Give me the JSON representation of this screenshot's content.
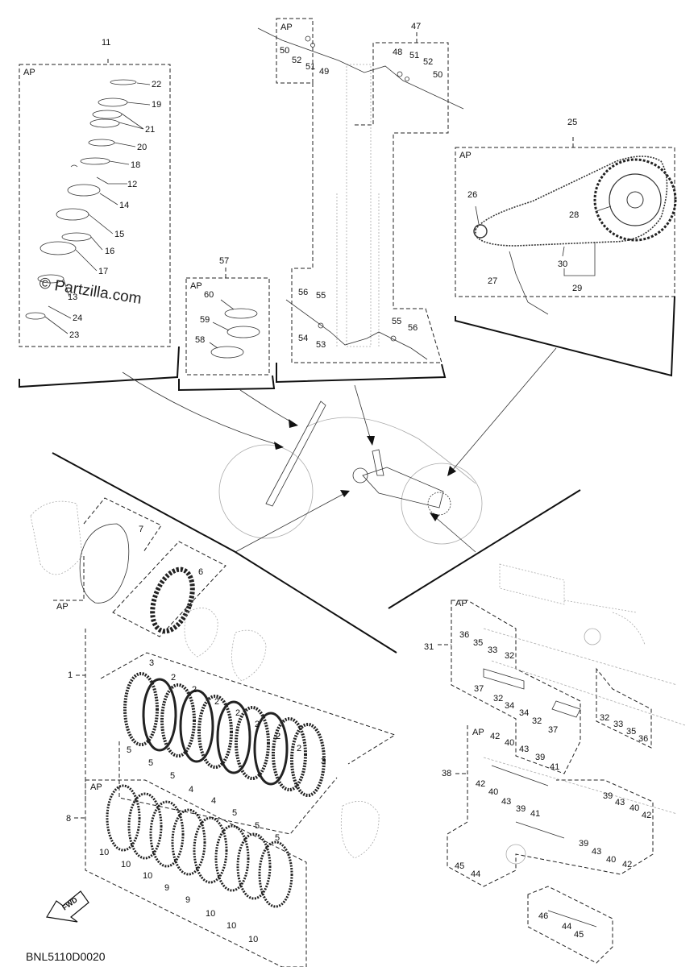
{
  "watermark": "© Partzilla.com",
  "diagram_code": "BNL5110D0020",
  "fwd_label": "FWD",
  "ap_label": "AP",
  "callouts": [
    {
      "id": "c11",
      "text": "11"
    },
    {
      "id": "c22",
      "text": "22"
    },
    {
      "id": "c19",
      "text": "19"
    },
    {
      "id": "c21",
      "text": "21"
    },
    {
      "id": "c20",
      "text": "20"
    },
    {
      "id": "c18",
      "text": "18"
    },
    {
      "id": "c12",
      "text": "12"
    },
    {
      "id": "c14",
      "text": "14"
    },
    {
      "id": "c15",
      "text": "15"
    },
    {
      "id": "c16",
      "text": "16"
    },
    {
      "id": "c17",
      "text": "17"
    },
    {
      "id": "c13",
      "text": "13"
    },
    {
      "id": "c24",
      "text": "24"
    },
    {
      "id": "c23",
      "text": "23"
    },
    {
      "id": "c57",
      "text": "57"
    },
    {
      "id": "c60",
      "text": "60"
    },
    {
      "id": "c59",
      "text": "59"
    },
    {
      "id": "c58",
      "text": "58"
    },
    {
      "id": "c47",
      "text": "47"
    },
    {
      "id": "c50a",
      "text": "50"
    },
    {
      "id": "c52a",
      "text": "52"
    },
    {
      "id": "c51a",
      "text": "51"
    },
    {
      "id": "c49",
      "text": "49"
    },
    {
      "id": "c48",
      "text": "48"
    },
    {
      "id": "c51b",
      "text": "51"
    },
    {
      "id": "c52b",
      "text": "52"
    },
    {
      "id": "c50b",
      "text": "50"
    },
    {
      "id": "c56a",
      "text": "56"
    },
    {
      "id": "c55a",
      "text": "55"
    },
    {
      "id": "c54",
      "text": "54"
    },
    {
      "id": "c53",
      "text": "53"
    },
    {
      "id": "c55b",
      "text": "55"
    },
    {
      "id": "c56b",
      "text": "56"
    },
    {
      "id": "c25",
      "text": "25"
    },
    {
      "id": "c26",
      "text": "26"
    },
    {
      "id": "c28",
      "text": "28"
    },
    {
      "id": "c30",
      "text": "30"
    },
    {
      "id": "c27",
      "text": "27"
    },
    {
      "id": "c29",
      "text": "29"
    },
    {
      "id": "c7",
      "text": "7"
    },
    {
      "id": "c6",
      "text": "6"
    },
    {
      "id": "c1",
      "text": "1"
    },
    {
      "id": "c8",
      "text": "8"
    },
    {
      "id": "c3a",
      "text": "3"
    },
    {
      "id": "c2a",
      "text": "2"
    },
    {
      "id": "c2b",
      "text": "2"
    },
    {
      "id": "c2c",
      "text": "2"
    },
    {
      "id": "c2d",
      "text": "2"
    },
    {
      "id": "c2e",
      "text": "2"
    },
    {
      "id": "c2f",
      "text": "2"
    },
    {
      "id": "c2g",
      "text": "2"
    },
    {
      "id": "c2h",
      "text": "2"
    },
    {
      "id": "c3b",
      "text": "3"
    },
    {
      "id": "c5a",
      "text": "5"
    },
    {
      "id": "c5b",
      "text": "5"
    },
    {
      "id": "c5c",
      "text": "5"
    },
    {
      "id": "c4a",
      "text": "4"
    },
    {
      "id": "c4b",
      "text": "4"
    },
    {
      "id": "c5d",
      "text": "5"
    },
    {
      "id": "c5e",
      "text": "5"
    },
    {
      "id": "c5f",
      "text": "5"
    },
    {
      "id": "c10a",
      "text": "10"
    },
    {
      "id": "c10b",
      "text": "10"
    },
    {
      "id": "c10c",
      "text": "10"
    },
    {
      "id": "c9a",
      "text": "9"
    },
    {
      "id": "c9b",
      "text": "9"
    },
    {
      "id": "c10d",
      "text": "10"
    },
    {
      "id": "c10e",
      "text": "10"
    },
    {
      "id": "c10f",
      "text": "10"
    },
    {
      "id": "c31",
      "text": "31"
    },
    {
      "id": "c36a",
      "text": "36"
    },
    {
      "id": "c35a",
      "text": "35"
    },
    {
      "id": "c33a",
      "text": "33"
    },
    {
      "id": "c32a",
      "text": "32"
    },
    {
      "id": "c37a",
      "text": "37"
    },
    {
      "id": "c32b",
      "text": "32"
    },
    {
      "id": "c34a",
      "text": "34"
    },
    {
      "id": "c34b",
      "text": "34"
    },
    {
      "id": "c32c",
      "text": "32"
    },
    {
      "id": "c37b",
      "text": "37"
    },
    {
      "id": "c32d",
      "text": "32"
    },
    {
      "id": "c33b",
      "text": "33"
    },
    {
      "id": "c35b",
      "text": "35"
    },
    {
      "id": "c36b",
      "text": "36"
    },
    {
      "id": "c38",
      "text": "38"
    },
    {
      "id": "c42a",
      "text": "42"
    },
    {
      "id": "c40a",
      "text": "40"
    },
    {
      "id": "c43a",
      "text": "43"
    },
    {
      "id": "c39a",
      "text": "39"
    },
    {
      "id": "c41a",
      "text": "41"
    },
    {
      "id": "c42b",
      "text": "42"
    },
    {
      "id": "c40b",
      "text": "40"
    },
    {
      "id": "c43b",
      "text": "43"
    },
    {
      "id": "c39b",
      "text": "39"
    },
    {
      "id": "c41b",
      "text": "41"
    },
    {
      "id": "c39c",
      "text": "39"
    },
    {
      "id": "c43c",
      "text": "43"
    },
    {
      "id": "c40c",
      "text": "40"
    },
    {
      "id": "c42c",
      "text": "42"
    },
    {
      "id": "c39d",
      "text": "39"
    },
    {
      "id": "c43d",
      "text": "43"
    },
    {
      "id": "c40d",
      "text": "40"
    },
    {
      "id": "c42d",
      "text": "42"
    },
    {
      "id": "c45a",
      "text": "45"
    },
    {
      "id": "c44a",
      "text": "44"
    },
    {
      "id": "c46",
      "text": "46"
    },
    {
      "id": "c44b",
      "text": "44"
    },
    {
      "id": "c45b",
      "text": "45"
    }
  ]
}
